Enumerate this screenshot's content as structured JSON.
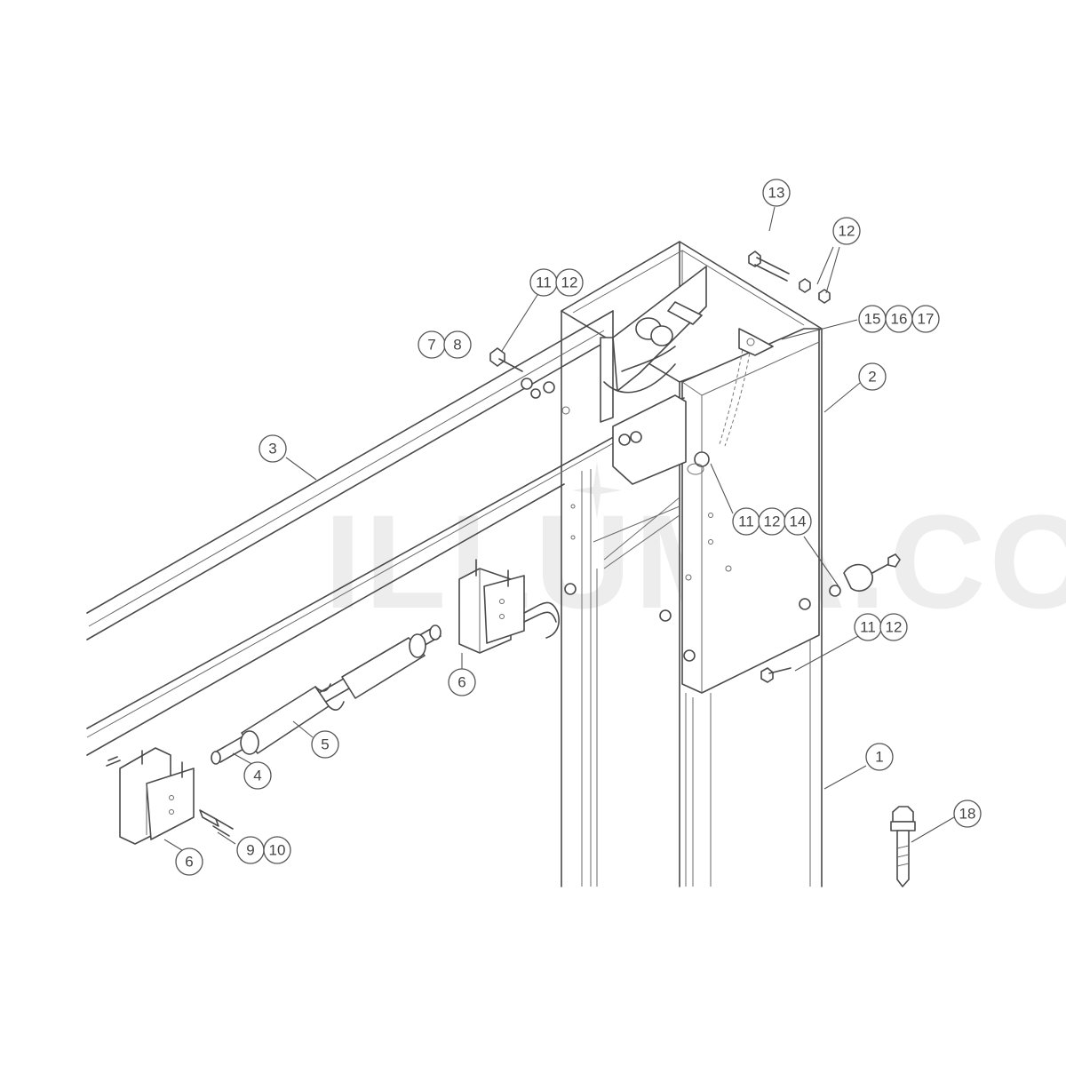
{
  "watermark": "ILLUMA.COM",
  "callouts": [
    {
      "id": "c1",
      "label": "1"
    },
    {
      "id": "c2",
      "label": "2"
    },
    {
      "id": "c3",
      "label": "3"
    },
    {
      "id": "c4",
      "label": "4"
    },
    {
      "id": "c5",
      "label": "5"
    },
    {
      "id": "c6a",
      "label": "6"
    },
    {
      "id": "c6b",
      "label": "6"
    },
    {
      "id": "c7",
      "label": "7"
    },
    {
      "id": "c8",
      "label": "8"
    },
    {
      "id": "c9",
      "label": "9"
    },
    {
      "id": "c10",
      "label": "10"
    },
    {
      "id": "c11a",
      "label": "11"
    },
    {
      "id": "c12a",
      "label": "12"
    },
    {
      "id": "c11b",
      "label": "11"
    },
    {
      "id": "c12b",
      "label": "12"
    },
    {
      "id": "c14",
      "label": "14"
    },
    {
      "id": "c11c",
      "label": "11"
    },
    {
      "id": "c12c",
      "label": "12"
    },
    {
      "id": "c12d",
      "label": "12"
    },
    {
      "id": "c13",
      "label": "13"
    },
    {
      "id": "c15",
      "label": "15"
    },
    {
      "id": "c16",
      "label": "16"
    },
    {
      "id": "c17",
      "label": "17"
    },
    {
      "id": "c18",
      "label": "18"
    }
  ]
}
